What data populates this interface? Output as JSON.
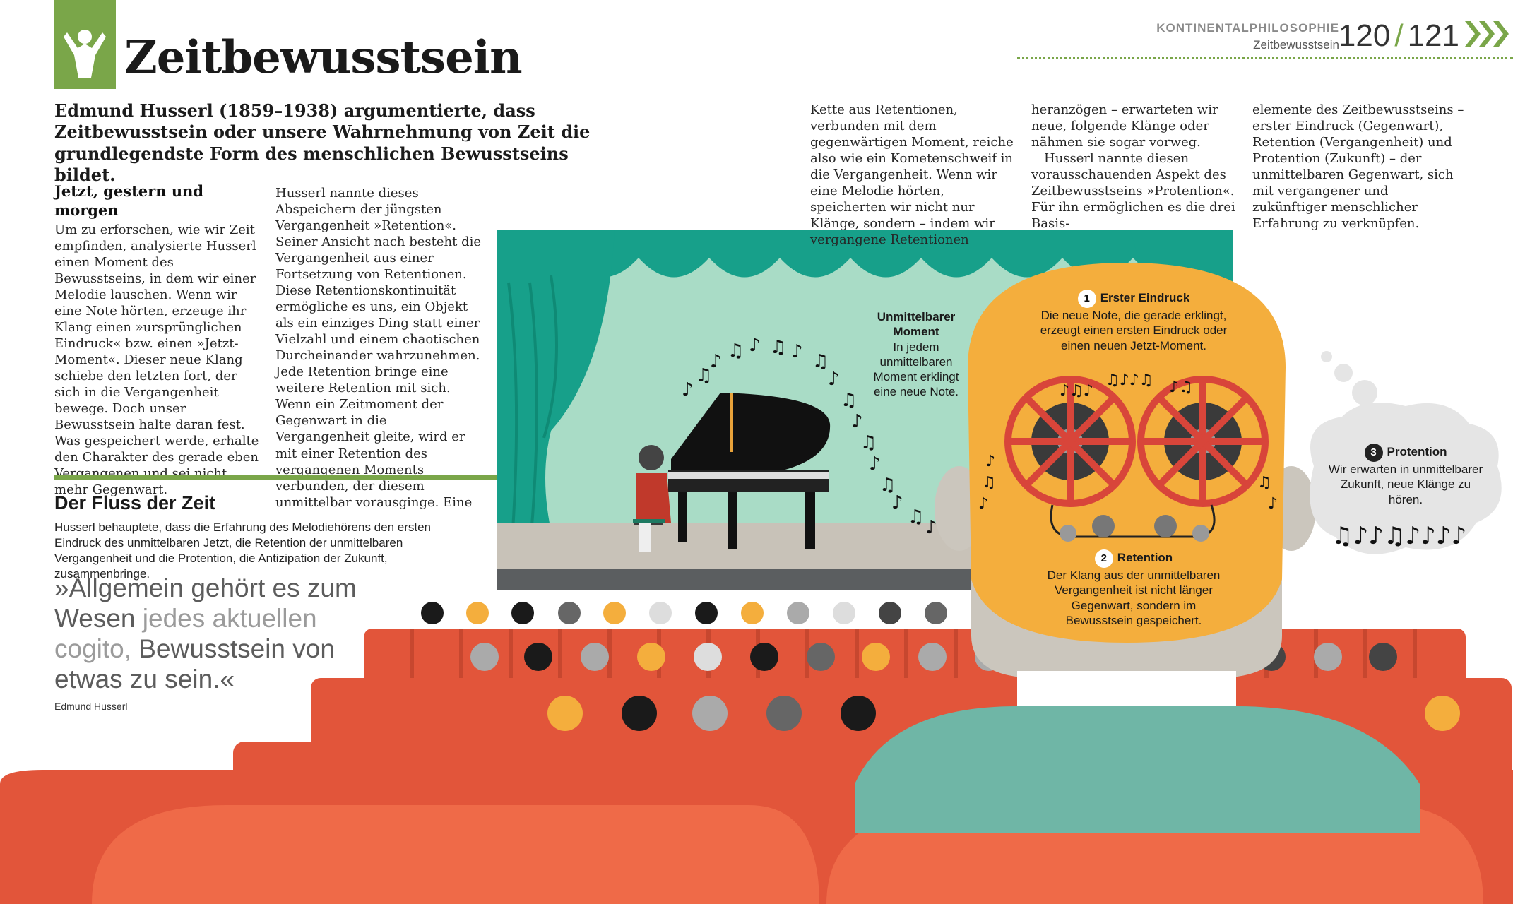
{
  "header": {
    "title": "Zeitbewusstsein",
    "section": "KONTINENTALPHILOSOPHIE",
    "subsection": "Zeitbewusstsein",
    "page_left": "120",
    "page_separator": "/",
    "page_right": "121"
  },
  "intro": "Edmund Husserl (1859–1938) argumentierte, dass Zeitbewusstsein oder unsere Wahrnehmung von Zeit die grundlegendste Form des menschlichen Bewusstseins bildet.",
  "body": {
    "col1_heading": "Jetzt, gestern und morgen",
    "col1_text": "Um zu erforschen, wie wir Zeit empfinden, analysierte Husserl einen Moment des Bewusstseins, in dem wir einer Melodie lauschen. Wenn wir eine Note hörten, erzeuge ihr Klang einen »ursprünglichen Eindruck« bzw. einen »Jetzt-Moment«. Dieser neue Klang schiebe den letzten fort, der sich in die Vergangenheit bewege. Doch unser Bewusstsein halte daran fest. Was gespeichert werde, erhalte den Charakter des gerade eben Vergangenen und sei nicht mehr Gegenwart.",
    "col2_text": "Husserl nannte dieses Abspeichern der jüngsten Vergangenheit »Retention«. Seiner Ansicht nach besteht die Vergangenheit aus einer Fortsetzung von Retentionen. Diese Retentionskontinuität ermögliche es uns, ein Objekt als ein einziges Ding statt einer Vielzahl und einem chaotischen Durcheinander wahrzunehmen. Jede Retention bringe eine weitere Retention mit sich. Wenn ein Zeitmoment der Gegenwart in die Vergangenheit gleite, wird er mit einer Retention des vergangenen Moments verbunden, der diesem unmittelbar vorausginge. Eine",
    "col3_text": "Kette aus Retentionen, verbunden mit dem gegenwärtigen Moment, reiche also wie ein Kometenschweif in die Vergangenheit. Wenn wir eine Melodie hörten, speicherten wir nicht nur Klänge, sondern – indem wir vergangene Retentionen",
    "col4_text_a": "heranzögen – erwarteten wir neue, folgende Klänge oder nähmen sie sogar vorweg.",
    "col4_text_b": "Husserl nannte diesen vorausschauenden Aspekt des Zeitbewusstseins »Protention«. Für ihn ermöglichen es die drei Basis-",
    "col5_text": "elemente des Zeitbewusstseins – erster Eindruck (Gegenwart), Retention (Vergangenheit) und Protention (Zukunft) – der unmittelbaren Gegenwart, sich mit vergangener und zukünftiger menschlicher Erfahrung zu verknüpfen."
  },
  "fluss": {
    "heading": "Der Fluss der Zeit",
    "text": "Husserl behauptete, dass die Erfahrung des Melodiehörens den ersten Eindruck des unmittelbaren Jetzt, die Retention der unmittelbaren Vergangenheit und die Protention, die Antizipation der Zukunft, zusammenbringe."
  },
  "quote": {
    "part1": "»Allgemein gehört es zum Wesen ",
    "highlight": "jedes aktuellen cogito,",
    "part2": " Bewusstsein von etwas zu sein.«",
    "author": "Edmund Husserl"
  },
  "illustration": {
    "moment_title": "Unmittelbarer Moment",
    "moment_text": "In jedem unmittelbaren Moment erklingt eine neue Note.",
    "impression_num": "1",
    "impression_title": "Erster Eindruck",
    "impression_text": "Die neue Note, die gerade erklingt, erzeugt einen ersten Eindruck oder einen neuen Jetzt-Moment.",
    "retention_num": "2",
    "retention_title": "Retention",
    "retention_text": "Der Klang aus der unmittelbaren Vergangenheit ist nicht länger Gegenwart, sondern im Bewusstsein gespeichert.",
    "protention_num": "3",
    "protention_title": "Protention",
    "protention_text": "Wir erwarten in unmittelbarer Zukunft, neue Klänge zu hören."
  },
  "colors": {
    "accent_green": "#7aa649",
    "curtain_teal": "#17a08a",
    "stage_mint": "#a9dcc6",
    "head_orange": "#f4ae3d",
    "seat_red": "#e2553a",
    "reel_red": "#d8453a"
  },
  "icons": [
    "philosopher-icon",
    "chevron-arrows-icon",
    "music-note-icon",
    "film-reel-icon"
  ]
}
